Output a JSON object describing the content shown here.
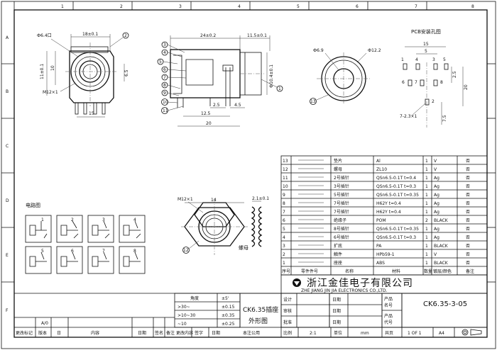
{
  "grid": {
    "top_cols": [
      "1",
      "2",
      "3",
      "4",
      "5",
      "6",
      "7",
      "8"
    ],
    "side_rows": [
      "A",
      "B",
      "C",
      "D",
      "E",
      "F"
    ]
  },
  "front_view": {
    "dims": [
      "Ф6.4口",
      "18±0.1",
      "11±0.1",
      "10",
      "6.5",
      "M12×1",
      "15"
    ],
    "balloons": [
      "2"
    ]
  },
  "side_view": {
    "dims": [
      "24±0.2",
      "11.5±0.1",
      "Ф10.4±0.1",
      "2.5",
      "4.5",
      "12.5",
      "20"
    ],
    "balloons": [
      "3",
      "4",
      "5",
      "6",
      "7",
      "8",
      "9",
      "10",
      "11",
      "1"
    ]
  },
  "hole_view": {
    "dims": [
      "Ф6.9",
      "Ф12.2"
    ],
    "balloons": [
      "13"
    ]
  },
  "pcb": {
    "title": "PCB安装孔图",
    "dims": [
      "15",
      "5",
      "2.5",
      "20",
      "7.5",
      "7-2.3×1"
    ],
    "pins": [
      "1",
      "4",
      "3",
      "5",
      "6",
      "7",
      "8",
      "2"
    ]
  },
  "nut_view": {
    "dims": [
      "M12×1",
      "14",
      "2.1±0.1"
    ],
    "label": "螺母",
    "balloons": [
      "12"
    ]
  },
  "circuit": {
    "title": "电路图",
    "cells": [
      "1",
      "2",
      "3",
      "4",
      "5",
      "6",
      "7",
      "8"
    ]
  },
  "parts": {
    "rows": [
      {
        "no": "13",
        "name": "垫片",
        "spec": "Al",
        "qty": "1",
        "mat": "V",
        "note": "否"
      },
      {
        "no": "12",
        "name": "螺母",
        "spec": "ZL10",
        "qty": "1",
        "mat": "V",
        "note": "否"
      },
      {
        "no": "11",
        "name": "2号插针",
        "spec": "QSn6.5-0.1T t=0.4",
        "qty": "1",
        "mat": "Ag",
        "note": "否"
      },
      {
        "no": "10",
        "name": "3号插针",
        "spec": "QSn6.5-0.1T t=0.3",
        "qty": "1",
        "mat": "Ag",
        "note": "否"
      },
      {
        "no": "9",
        "name": "5号插针",
        "spec": "QSn6.5-0.1T t=0.35",
        "qty": "1",
        "mat": "Ag",
        "note": "否"
      },
      {
        "no": "8",
        "name": "7号插针",
        "spec": "H62Y t=0.4",
        "qty": "1",
        "mat": "Ag",
        "note": "否"
      },
      {
        "no": "7",
        "name": "7号插针",
        "spec": "H62Y t=0.4",
        "qty": "1",
        "mat": "Ag",
        "note": "否"
      },
      {
        "no": "6",
        "name": "绝缘子",
        "spec": "POM",
        "qty": "2",
        "mat": "BLACK",
        "note": "否"
      },
      {
        "no": "5",
        "name": "8号插针",
        "spec": "QSn6.5-0.1T t=0.35",
        "qty": "1",
        "mat": "Ag",
        "note": "否"
      },
      {
        "no": "4",
        "name": "6号插针",
        "spec": "QSn6.5-0.1T t=0.3",
        "qty": "1",
        "mat": "Ag",
        "note": "否"
      },
      {
        "no": "3",
        "name": "扩底",
        "spec": "PA",
        "qty": "1",
        "mat": "BLACK",
        "note": "否"
      },
      {
        "no": "2",
        "name": "触件",
        "spec": "HPb59-1",
        "qty": "1",
        "mat": "V",
        "note": "否"
      },
      {
        "no": "1",
        "name": "座座",
        "spec": "ABS",
        "qty": "1",
        "mat": "BLACK",
        "note": "否"
      }
    ],
    "headers": [
      "序号",
      "零件件号",
      "名称",
      "材料",
      "数量",
      "镀层/颜色",
      "备注"
    ]
  },
  "company": {
    "cn": "浙江金佳电子有限公司",
    "en": "ZHE JIANG JIN JIA ELECTRONICS CO.,LTD."
  },
  "title_block": {
    "tol_headers": [
      "角度",
      "±5'"
    ],
    "tol_rows": [
      {
        "range": ">30~",
        "val": "±0.15"
      },
      {
        "range": ">10~30",
        "val": "±0.35"
      },
      {
        "range": "~10",
        "val": "±0.25"
      }
    ],
    "title1": "CK6.35插座",
    "title2": "外形图",
    "roles": [
      "设计",
      "审核",
      "批准"
    ],
    "date_label": "日期",
    "product_label1": "产品",
    "product_label2": "名号",
    "code_label1": "产品",
    "code_label2": "代号",
    "part_no": "CK6.35-3-05",
    "scale_label": "比例",
    "scale_val": "2:1",
    "unit_label": "单位",
    "unit_val": "mm",
    "sheet_label": "共页",
    "sheet_val": "1 OF 1",
    "size_val": "A4",
    "rev_mark": "A/0",
    "rev_headers": [
      "更改标记",
      "版本",
      "日",
      "内容",
      "日期",
      "签名",
      "备注",
      "更改内容",
      "签字",
      "日期",
      "本注公用"
    ]
  }
}
